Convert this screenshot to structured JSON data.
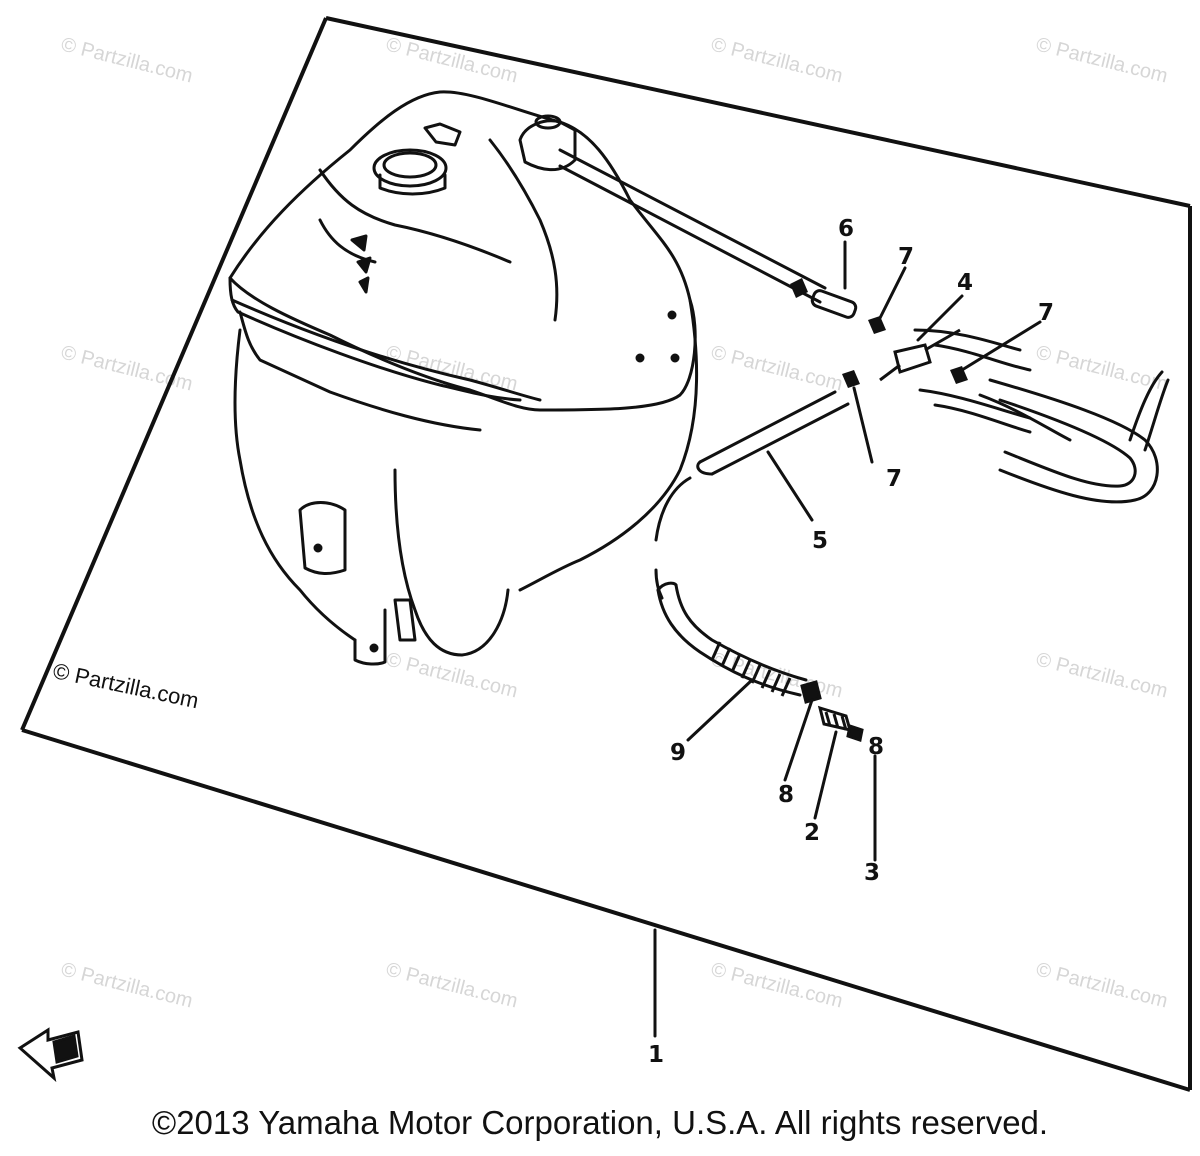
{
  "watermark": {
    "text": "© Partzilla.com",
    "corner_text": "© Partzilla.com"
  },
  "callouts": {
    "c1": "1",
    "c2": "2",
    "c3": "3",
    "c4": "4",
    "c5": "5",
    "c6": "6",
    "c7a": "7",
    "c7b": "7",
    "c7c": "7",
    "c8a": "8",
    "c8b": "8",
    "c9": "9"
  },
  "copyright": "©2013 Yamaha Motor Corporation, U.S.A. All rights reserved."
}
